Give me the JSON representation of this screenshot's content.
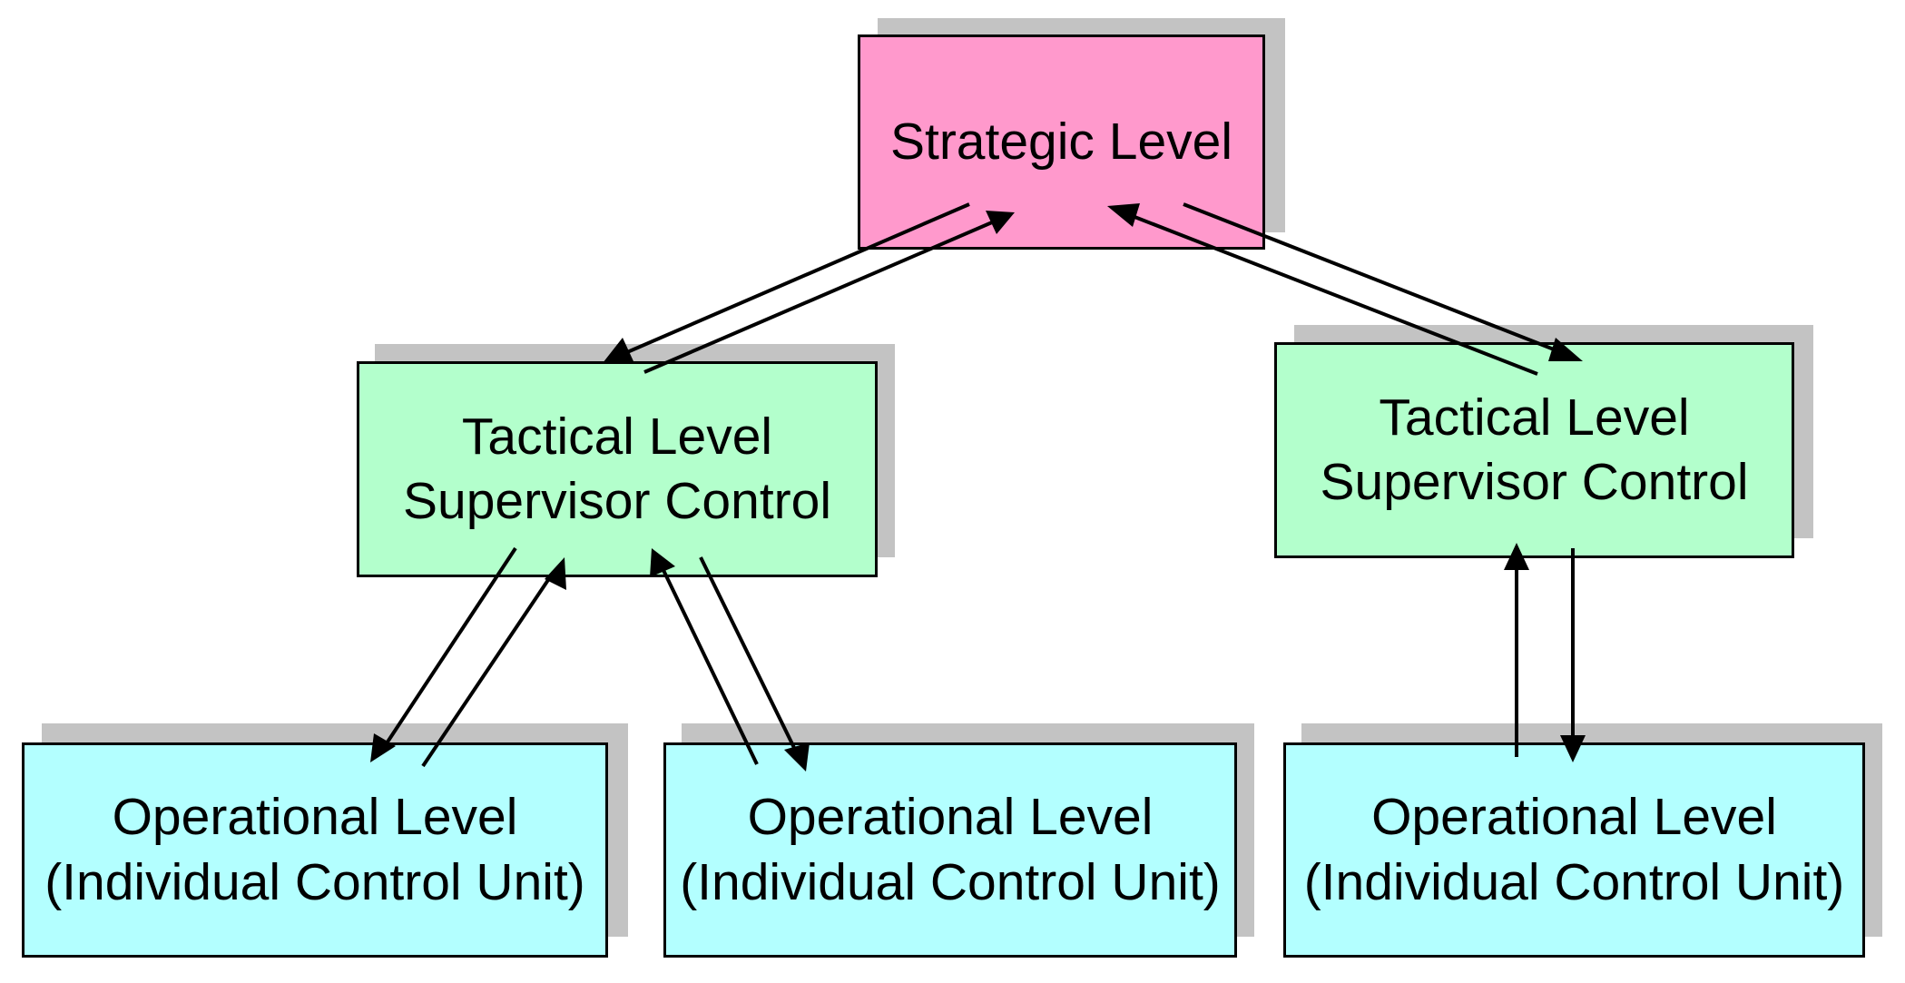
{
  "colors": {
    "strategic": "#ff99cc",
    "tactical": "#b3ffcc",
    "operational": "#b3ffff",
    "shadow": "#c3c3c3",
    "border": "#000000"
  },
  "strategic": {
    "label": "Strategic Level"
  },
  "tactical_left": {
    "line1": "Tactical Level",
    "line2": "Supervisor Control"
  },
  "tactical_right": {
    "line1": "Tactical Level",
    "line2": "Supervisor Control"
  },
  "operational_1": {
    "line1": "Operational Level",
    "line2": "(Individual Control Unit)"
  },
  "operational_2": {
    "line1": "Operational Level",
    "line2": "(Individual Control Unit)"
  },
  "operational_3": {
    "line1": "Operational Level",
    "line2": "(Individual Control Unit)"
  }
}
